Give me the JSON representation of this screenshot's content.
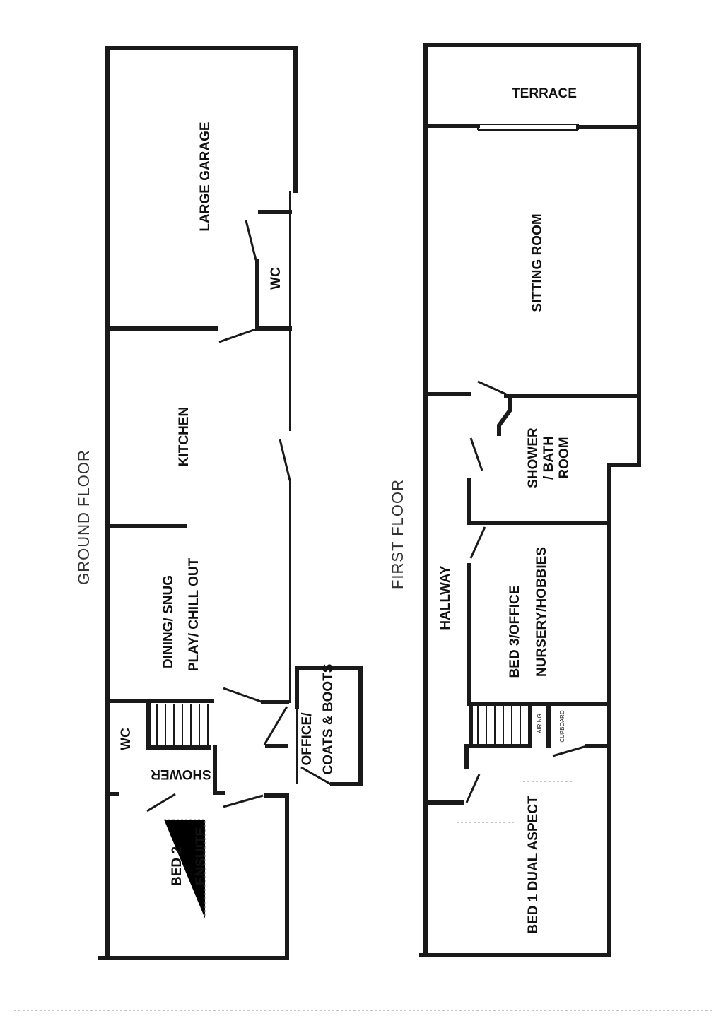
{
  "floors": {
    "ground": {
      "title": "GROUND FLOOR",
      "rooms": {
        "large_garage": "LARGE GARAGE",
        "wc_upper": "WC",
        "kitchen": "KITCHEN",
        "dining_line1": "DINING/ SNUG",
        "dining_line2": "PLAY/ CHILL OUT",
        "wc_lower": "WC",
        "shower": "SHOWER",
        "office_line1": "OFFICE/",
        "office_line2": "COATS & BOOTS",
        "bed2_line1": "BED 2",
        "bed2_line2": "ENSUITE"
      }
    },
    "first": {
      "title": "FIRST FLOOR",
      "rooms": {
        "terrace": "TERRACE",
        "sitting_room": "SITTING ROOM",
        "bath_line1": "SHOWER",
        "bath_line2": "/ BATH",
        "bath_line3": "ROOM",
        "hallway": "HALLWAY",
        "bed3_line1": "BED 3/OFFICE",
        "bed3_line2": "NURSERY/HOBBIES",
        "airing": "AIRING",
        "cupboard": "CUPBOARD",
        "bed1": "BED 1 DUAL ASPECT"
      }
    }
  }
}
